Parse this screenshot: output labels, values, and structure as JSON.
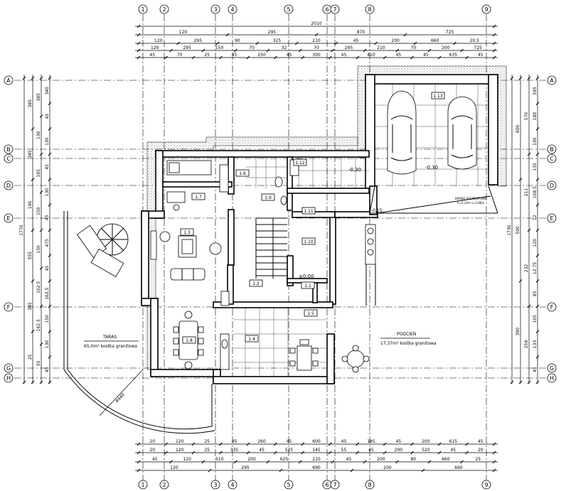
{
  "axes_x": [
    "1",
    "2",
    "3",
    "4",
    "5",
    "6",
    "7",
    "8",
    "9"
  ],
  "axes_y": [
    "A",
    "B",
    "C",
    "D",
    "E",
    "F",
    "G",
    "H"
  ],
  "dims_top": [
    [
      "2010"
    ],
    [
      "120",
      "295",
      "870",
      "725"
    ],
    [
      "120",
      "295",
      "90",
      "325",
      "210",
      "45",
      "200",
      "660",
      "20,5"
    ],
    [
      "120",
      "295",
      "150",
      "70",
      "32",
      "70",
      "295",
      "210",
      "70",
      "200",
      "725"
    ],
    [
      "45",
      "70",
      "25",
      "45",
      "250",
      "45",
      "300",
      "45",
      "410",
      "45",
      "45",
      "635",
      "45"
    ]
  ],
  "dims_bottom": [
    [
      "20",
      "120",
      "25",
      "45",
      "260",
      "45",
      "600",
      "45",
      "185",
      "45",
      "200",
      "615",
      "45"
    ],
    [
      "20",
      "120",
      "25",
      "335",
      "45",
      "525",
      "145",
      "55",
      "45",
      "200",
      "520",
      "45",
      "20"
    ],
    [
      "45",
      "120",
      "310",
      "200",
      "625",
      "210",
      "45",
      "200",
      "80",
      "660",
      "25"
    ],
    [
      "120",
      "295",
      "690",
      "200",
      "660"
    ]
  ],
  "dims_left": [
    [
      "1770"
    ],
    [
      "385",
      "345",
      "190",
      "555",
      "345",
      "25"
    ],
    [
      "385",
      "130",
      "165",
      "150",
      "150",
      "102.5",
      "162.5",
      "55"
    ],
    [
      "340",
      "45",
      "130",
      "45",
      "130",
      "45",
      "475",
      "45",
      "162.5",
      "150",
      "130",
      "45"
    ]
  ],
  "dims_right": [
    [
      "1730"
    ],
    [
      "600",
      "500",
      "390"
    ],
    [
      "570",
      "211",
      "232",
      "259"
    ],
    [
      "595",
      "180",
      "130",
      "135",
      "108.5",
      "12",
      "120",
      "12.75",
      "85",
      "105",
      "133",
      "45"
    ]
  ],
  "room_labels": [
    "1.1",
    "1.2",
    "1.3",
    "1.4",
    "1.5",
    "1.6",
    "1.7",
    "1.8",
    "1.9",
    "1.10",
    "1.11",
    "1.12",
    "1.13"
  ],
  "annotations": {
    "taras": "TARAS",
    "taras_area": "65,0m² kostka granitowa",
    "podcien": "PODCIEŃ",
    "podcien_area": "17,37m² kostka granitowa",
    "garage_note1": "BRAMA SEGMENTOWA",
    "garage_note2": "h=2,14m  s=2,80m",
    "radius": "R440",
    "level_zero": "±0,00",
    "level_garage1": "-0,30",
    "level_garage2": "-0,30",
    "level_drop": "-0,15"
  }
}
